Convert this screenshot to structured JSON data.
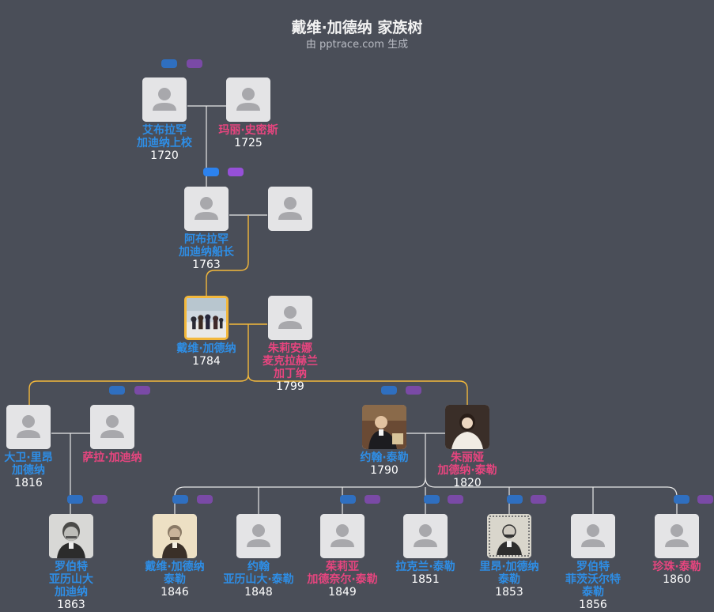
{
  "header": {
    "title": "戴维·加德纳 家族树",
    "subtitle": "由 pptrace.com 生成"
  },
  "colors": {
    "background": "#4a4e58",
    "male": "#2e8ee6",
    "female": "#e8457f",
    "focus_line": "#f3b83b",
    "line": "#e8e8e8"
  },
  "people": [
    {
      "key": "p1",
      "name": "艾布拉罕\n加迪纳上校",
      "year": "1720",
      "gender": "male",
      "photo": "placeholder-icon"
    },
    {
      "key": "p2",
      "name": "玛丽·史密斯",
      "year": "1725",
      "gender": "female",
      "photo": "placeholder-icon"
    },
    {
      "key": "p3",
      "name": "阿布拉罕\n加迪纳船长",
      "year": "1763",
      "gender": "male",
      "photo": "placeholder-icon"
    },
    {
      "key": "p4",
      "name": "",
      "year": "",
      "gender": "unknown",
      "photo": "placeholder-icon"
    },
    {
      "key": "p5",
      "name": "戴维·加德纳",
      "year": "1784",
      "gender": "male",
      "photo": "painting-icon",
      "selected": true
    },
    {
      "key": "p6",
      "name": "朱莉安娜\n麦克拉赫兰\n加丁纳",
      "year": "1799",
      "gender": "female",
      "photo": "placeholder-icon"
    },
    {
      "key": "p7",
      "name": "大卫·里昂\n加德纳",
      "year": "1816",
      "gender": "male",
      "photo": "placeholder-icon"
    },
    {
      "key": "p8",
      "name": "萨拉·加迪纳",
      "year": "",
      "gender": "female",
      "photo": "placeholder-icon"
    },
    {
      "key": "p9",
      "name": "约翰·泰勒",
      "year": "1790",
      "gender": "male",
      "photo": "portrait-icon"
    },
    {
      "key": "p10",
      "name": "朱丽娅\n加德纳·泰勒",
      "year": "1820",
      "gender": "female",
      "photo": "portrait-woman-icon"
    },
    {
      "key": "p11",
      "name": "罗伯特\n亚历山大\n加迪纳",
      "year": "1863",
      "gender": "male",
      "photo": "portrait-photo-icon"
    },
    {
      "key": "p12",
      "name": "戴维·加德纳\n泰勒",
      "year": "1846",
      "gender": "male",
      "photo": "portrait-sepia-icon"
    },
    {
      "key": "p13",
      "name": "约翰\n亚历山大·泰勒",
      "year": "1848",
      "gender": "male",
      "photo": "placeholder-icon"
    },
    {
      "key": "p14",
      "name": "茱莉亚\n加德奈尔·泰勒",
      "year": "1849",
      "gender": "female",
      "photo": "placeholder-icon"
    },
    {
      "key": "p15",
      "name": "拉克兰·泰勒",
      "year": "1851",
      "gender": "male",
      "photo": "placeholder-icon"
    },
    {
      "key": "p16",
      "name": "里昂·加德纳\n泰勒",
      "year": "1853",
      "gender": "male",
      "photo": "engraving-icon"
    },
    {
      "key": "p17",
      "name": "罗伯特\n菲茨沃尔特\n泰勒",
      "year": "1856",
      "gender": "male",
      "photo": "placeholder-icon"
    },
    {
      "key": "p18",
      "name": "珍珠·泰勒",
      "year": "1860",
      "gender": "female",
      "photo": "placeholder-icon"
    }
  ],
  "expand_toggles": [
    {
      "key": "t1",
      "colors": [
        "#2f6fc0",
        "#7a4aa6"
      ]
    },
    {
      "key": "t2",
      "colors": [
        "#2c82ee",
        "#9650d8"
      ]
    },
    {
      "key": "t3",
      "colors": [
        "#2f6fc0",
        "#7a4aa6"
      ]
    },
    {
      "key": "t4",
      "colors": [
        "#2f6fc0",
        "#7a4aa6"
      ]
    },
    {
      "key": "t5",
      "colors": [
        "#2f6fc0",
        "#7a4aa6"
      ]
    }
  ]
}
